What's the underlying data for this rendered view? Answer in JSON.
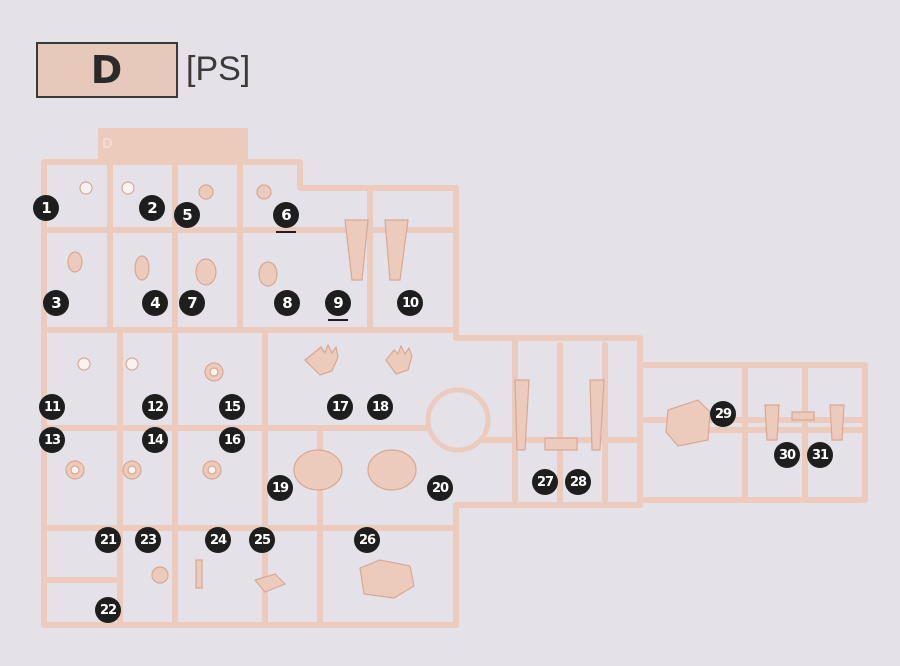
{
  "header": {
    "letter": "D",
    "tag": "[PS]"
  },
  "runner_label": "D",
  "colors": {
    "plastic": "#eccbbd",
    "plastic_edge": "#d7a893",
    "label": "#1e1e1e",
    "paper": "#e4e2e8"
  },
  "parts": [
    {
      "n": "1"
    },
    {
      "n": "2"
    },
    {
      "n": "5"
    },
    {
      "n": "6",
      "underline": true
    },
    {
      "n": "3"
    },
    {
      "n": "4"
    },
    {
      "n": "7"
    },
    {
      "n": "8"
    },
    {
      "n": "9",
      "underline": true
    },
    {
      "n": "10"
    },
    {
      "n": "11"
    },
    {
      "n": "12"
    },
    {
      "n": "15"
    },
    {
      "n": "17"
    },
    {
      "n": "18"
    },
    {
      "n": "13"
    },
    {
      "n": "14"
    },
    {
      "n": "16"
    },
    {
      "n": "19"
    },
    {
      "n": "20"
    },
    {
      "n": "21"
    },
    {
      "n": "23"
    },
    {
      "n": "24"
    },
    {
      "n": "25"
    },
    {
      "n": "26"
    },
    {
      "n": "22"
    },
    {
      "n": "27"
    },
    {
      "n": "28"
    },
    {
      "n": "29"
    },
    {
      "n": "30"
    },
    {
      "n": "31"
    }
  ]
}
